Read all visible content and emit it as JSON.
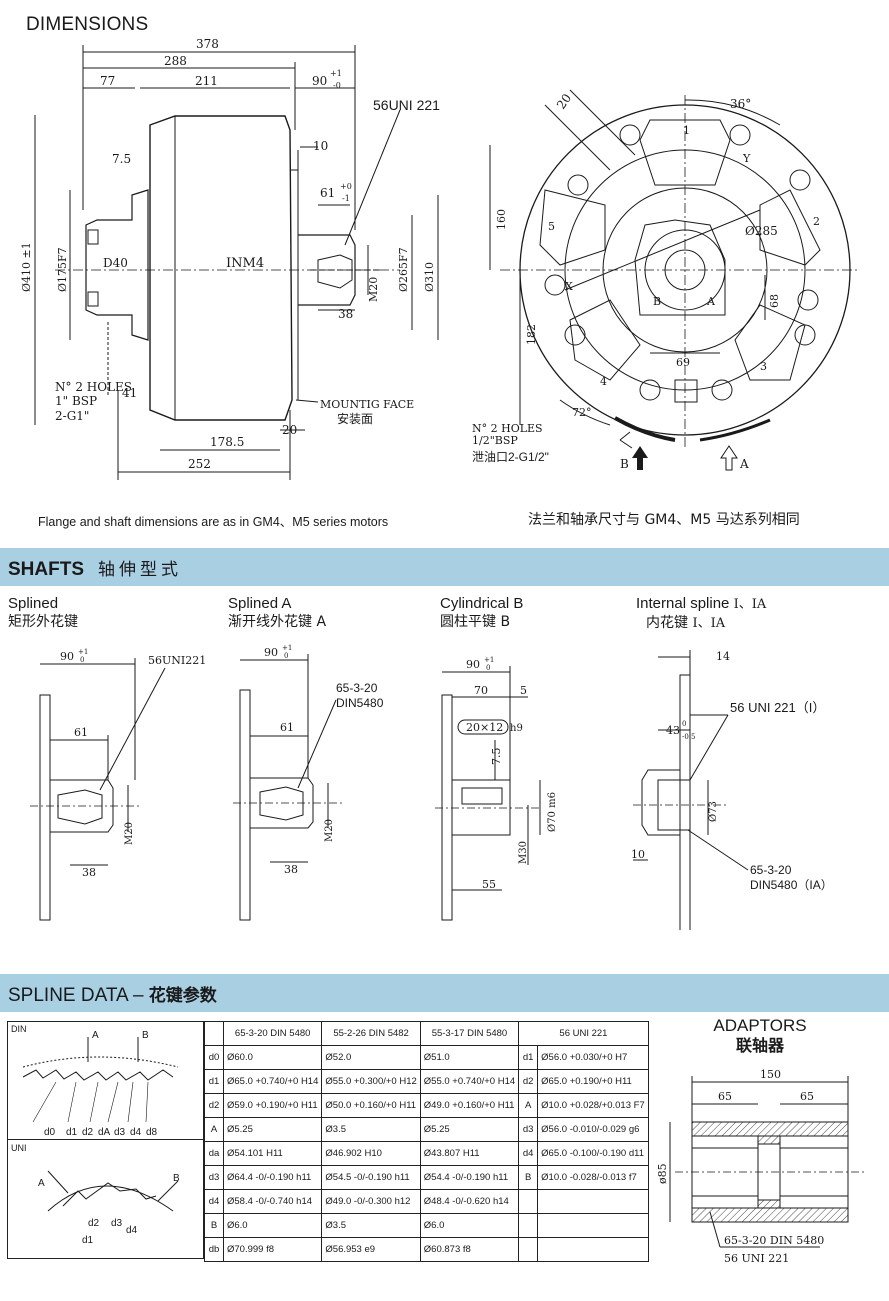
{
  "dimensions": {
    "title": "DIMENSIONS",
    "side_view": {
      "dim_378": "378",
      "dim_288": "288",
      "dim_77": "77",
      "dim_211": "211",
      "dim_90": "90",
      "tol_90_upper": "+1",
      "tol_90_lower": "-0",
      "dim_10": "10",
      "dim_7_5": "7.5",
      "dim_61": "61",
      "tol_61_upper": "+0",
      "tol_61_lower": "-1",
      "spline_label": "56UNI 221",
      "dim_410": "Ø410 ±1",
      "dim_175": "Ø175F7",
      "shaft_d": "D40",
      "model": "INM4",
      "dim_m20": "M20",
      "dim_265": "Ø265F7",
      "dim_310": "Ø310",
      "dim_38": "38",
      "holes_line1": "N° 2 HOLES",
      "holes_line2": "1\" BSP",
      "holes_line3": "2-G1\"",
      "dim_41": "41",
      "mount_face_en": "MOUNTIG FACE",
      "mount_face_cn": "安装面",
      "dim_178_5": "178.5",
      "dim_20": "20",
      "dim_252": "252"
    },
    "front_view": {
      "dim_20": "20",
      "dim_36": "36°",
      "dim_1": "1",
      "dim_y": "Y",
      "dim_2": "2",
      "dim_5": "5",
      "dim_160": "160",
      "dim_285": "Ø285",
      "dim_x": "X",
      "dim_b": "B",
      "dim_a": "A",
      "dim_68": "68",
      "dim_182": "182",
      "dim_69": "69",
      "dim_4": "4",
      "dim_3": "3",
      "dim_72": "72°",
      "holes_line1": "N° 2 HOLES",
      "holes_line2": "1/2\"BSP",
      "holes_line3": "泄油口2-G1/2\"",
      "arrow_b": "B",
      "arrow_a": "A"
    },
    "note_en": "Flange and shaft dimensions are as in GM4、M5 series motors",
    "note_cn": "法兰和轴承尺寸与 GM4、M5 马达系列相同"
  },
  "shafts": {
    "title_en": "SHAFTS",
    "title_cn": "轴伸型式",
    "items": [
      {
        "name_en": "Splined",
        "name_en_suffix": "",
        "name_cn": "矩形外花键",
        "name_cn_suffix": "",
        "dim_90": "90",
        "tol_up": "+1",
        "tol_lo": "0",
        "spec": "56UNI221",
        "spec2": "",
        "dim_61": "61",
        "dim_38": "38",
        "dim_m": "M20"
      },
      {
        "name_en": "Splined",
        "name_en_suffix": "A",
        "name_cn": "渐开线外花键",
        "name_cn_suffix": "A",
        "dim_90": "90",
        "tol_up": "+1",
        "tol_lo": "0",
        "spec": "65-3-20",
        "spec2": "DIN5480",
        "dim_61": "61",
        "dim_38": "38",
        "dim_m": "M20"
      },
      {
        "name_en": "Cylindrical",
        "name_en_suffix": "B",
        "name_cn": "圆柱平键",
        "name_cn_suffix": "B",
        "dim_90": "90",
        "tol_up": "+1",
        "tol_lo": "0",
        "dim_70": "70",
        "dim_5": "5",
        "key": "20×12",
        "key_tol": "h9",
        "dim_7_5": "7.5",
        "dim_dia": "Ø70 m6",
        "dim_m": "M30",
        "dim_55": "55"
      },
      {
        "name_en": "Internal spline",
        "name_en_suffix": "I、IA",
        "name_cn": "内花键",
        "name_cn_suffix": "I、IA",
        "dim_14": "14",
        "dim_43": "43",
        "tol_up": "0",
        "tol_lo": "-0.5",
        "spec": "56 UNI 221（I）",
        "dim_73": "Ø73",
        "dim_10": "10",
        "spec2a": "65-3-20",
        "spec2b": "DIN5480（IA）"
      }
    ]
  },
  "spline_data": {
    "title_en": "SPLINE DATA",
    "title_cn": "花键参数",
    "din_label": "DIN",
    "uni_label": "UNI",
    "din_letters": [
      "d0",
      "d1",
      "d2",
      "dA",
      "d3",
      "d4",
      "d8"
    ],
    "uni_letters": [
      "A",
      "B",
      "d2",
      "d3",
      "d4",
      "d1"
    ],
    "col_headers": [
      "65-3-20 DIN 5480",
      "55-2-26 DIN 5482",
      "55-3-17 DIN 5480",
      "56 UNI 221"
    ],
    "rows": [
      {
        "k": "d0",
        "c1": "Ø60.0",
        "c2": "Ø52.0",
        "c3": "Ø51.0",
        "k2": "d1",
        "c4": "Ø56.0 +0.030/+0  H7"
      },
      {
        "k": "d1",
        "c1": "Ø65.0 +0.740/+0  H14",
        "c2": "Ø55.0 +0.300/+0  H12",
        "c3": "Ø55.0 +0.740/+0  H14",
        "k2": "d2",
        "c4": "Ø65.0 +0.190/+0  H11"
      },
      {
        "k": "d2",
        "c1": "Ø59.0 +0.190/+0  H11",
        "c2": "Ø50.0 +0.160/+0  H11",
        "c3": "Ø49.0 +0.160/+0  H11",
        "k2": "A",
        "c4": "Ø10.0 +0.028/+0.013  F7"
      },
      {
        "k": "A",
        "c1": "Ø5.25",
        "c2": "Ø3.5",
        "c3": "Ø5.25",
        "k2": "d3",
        "c4": "Ø56.0 -0.010/-0.029  g6"
      },
      {
        "k": "da",
        "c1": "Ø54.101  H11",
        "c2": "Ø46.902  H10",
        "c3": "Ø43.807  H11",
        "k2": "d4",
        "c4": "Ø65.0 -0.100/-0.190  d11"
      },
      {
        "k": "d3",
        "c1": "Ø64.4 -0/-0.190  h11",
        "c2": "Ø54.5 -0/-0.190  h11",
        "c3": "Ø54.4 -0/-0.190  h11",
        "k2": "B",
        "c4": "Ø10.0 -0.028/-0.013  f7"
      },
      {
        "k": "d4",
        "c1": "Ø58.4 -0/-0.740  h14",
        "c2": "Ø49.0 -0/-0.300  h12",
        "c3": "Ø48.4 -0/-0.620  h14",
        "k2": "",
        "c4": ""
      },
      {
        "k": "B",
        "c1": "Ø6.0",
        "c2": "Ø3.5",
        "c3": "Ø6.0",
        "k2": "",
        "c4": ""
      },
      {
        "k": "db",
        "c1": "Ø70.999  f8",
        "c2": "Ø56.953  e9",
        "c3": "Ø60.873  f8",
        "k2": "",
        "c4": ""
      }
    ]
  },
  "adaptors": {
    "title_en": "ADAPTORS",
    "title_cn": "联轴器",
    "dim_150": "150",
    "dim_65a": "65",
    "dim_65b": "65",
    "dim_85": "ø85",
    "spec1": "65-3-20 DIN 5480",
    "spec2": "56 UNI 221"
  }
}
